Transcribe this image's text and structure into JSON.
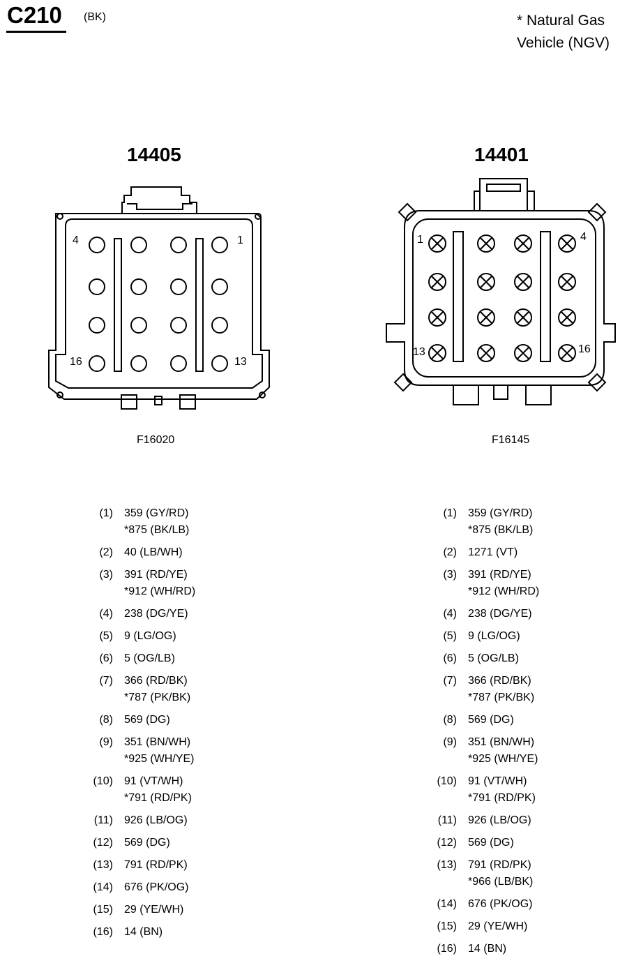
{
  "header": {
    "connector": "C210",
    "color": "(BK)",
    "note_line1": "* Natural Gas",
    "note_line2": "Vehicle (NGV)"
  },
  "connectors": [
    {
      "part_number": "14405",
      "figure_code": "F16020",
      "pin_labels": {
        "top_left": "4",
        "top_right": "1",
        "bottom_left": "16",
        "bottom_right": "13"
      },
      "pins": [
        {
          "pin": "(1)",
          "wires": [
            "359 (GY/RD)",
            "*875 (BK/LB)"
          ]
        },
        {
          "pin": "(2)",
          "wires": [
            "40 (LB/WH)"
          ]
        },
        {
          "pin": "(3)",
          "wires": [
            "391 (RD/YE)",
            "*912 (WH/RD)"
          ]
        },
        {
          "pin": "(4)",
          "wires": [
            "238 (DG/YE)"
          ]
        },
        {
          "pin": "(5)",
          "wires": [
            "9 (LG/OG)"
          ]
        },
        {
          "pin": "(6)",
          "wires": [
            "5 (OG/LB)"
          ]
        },
        {
          "pin": "(7)",
          "wires": [
            "366 (RD/BK)",
            "*787 (PK/BK)"
          ]
        },
        {
          "pin": "(8)",
          "wires": [
            "569 (DG)"
          ]
        },
        {
          "pin": "(9)",
          "wires": [
            "351 (BN/WH)",
            "*925 (WH/YE)"
          ]
        },
        {
          "pin": "(10)",
          "wires": [
            "91 (VT/WH)",
            "*791 (RD/PK)"
          ]
        },
        {
          "pin": "(11)",
          "wires": [
            "926 (LB/OG)"
          ]
        },
        {
          "pin": "(12)",
          "wires": [
            "569 (DG)"
          ]
        },
        {
          "pin": "(13)",
          "wires": [
            "791 (RD/PK)"
          ]
        },
        {
          "pin": "(14)",
          "wires": [
            "676 (PK/OG)"
          ]
        },
        {
          "pin": "(15)",
          "wires": [
            "29 (YE/WH)"
          ]
        },
        {
          "pin": "(16)",
          "wires": [
            "14 (BN)"
          ]
        }
      ]
    },
    {
      "part_number": "14401",
      "figure_code": "F16145",
      "pin_labels": {
        "top_left": "1",
        "top_right": "4",
        "bottom_left": "13",
        "bottom_right": "16"
      },
      "pins": [
        {
          "pin": "(1)",
          "wires": [
            "359 (GY/RD)",
            "*875 (BK/LB)"
          ]
        },
        {
          "pin": "(2)",
          "wires": [
            "1271 (VT)"
          ]
        },
        {
          "pin": "(3)",
          "wires": [
            "391 (RD/YE)",
            "*912 (WH/RD)"
          ]
        },
        {
          "pin": "(4)",
          "wires": [
            "238 (DG/YE)"
          ]
        },
        {
          "pin": "(5)",
          "wires": [
            "9 (LG/OG)"
          ]
        },
        {
          "pin": "(6)",
          "wires": [
            "5 (OG/LB)"
          ]
        },
        {
          "pin": "(7)",
          "wires": [
            "366 (RD/BK)",
            "*787 (PK/BK)"
          ]
        },
        {
          "pin": "(8)",
          "wires": [
            "569 (DG)"
          ]
        },
        {
          "pin": "(9)",
          "wires": [
            "351 (BN/WH)",
            "*925 (WH/YE)"
          ]
        },
        {
          "pin": "(10)",
          "wires": [
            "91 (VT/WH)",
            "*791 (RD/PK)"
          ]
        },
        {
          "pin": "(11)",
          "wires": [
            "926 (LB/OG)"
          ]
        },
        {
          "pin": "(12)",
          "wires": [
            "569 (DG)"
          ]
        },
        {
          "pin": "(13)",
          "wires": [
            "791 (RD/PK)",
            "*966 (LB/BK)"
          ]
        },
        {
          "pin": "(14)",
          "wires": [
            "676 (PK/OG)"
          ]
        },
        {
          "pin": "(15)",
          "wires": [
            "29 (YE/WH)"
          ]
        },
        {
          "pin": "(16)",
          "wires": [
            "14 (BN)"
          ]
        }
      ]
    }
  ]
}
